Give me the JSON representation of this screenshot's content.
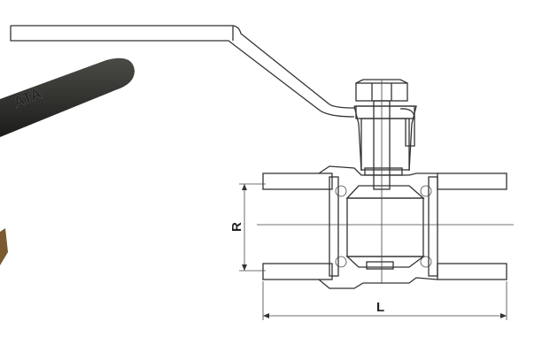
{
  "photo": {
    "handle_logo": "ATA",
    "handle_color": "#2a2a28",
    "body_color": "#8a6a3a"
  },
  "drawing": {
    "dimension_labels": {
      "diameter": "R",
      "length": "L"
    }
  }
}
